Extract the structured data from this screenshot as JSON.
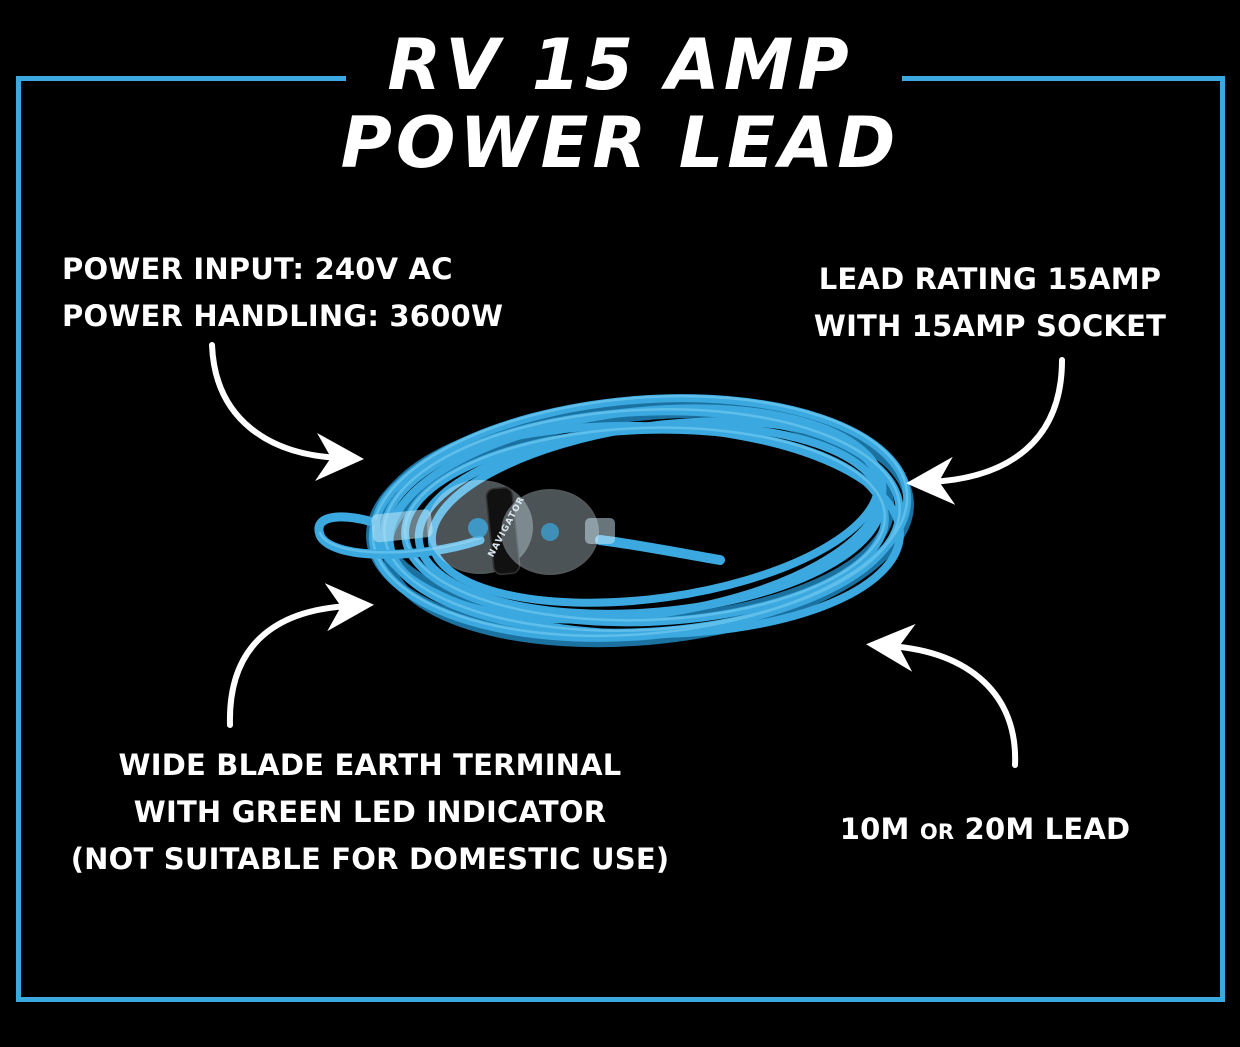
{
  "title": {
    "line1": "RV 15 AMP",
    "line2": "POWER LEAD"
  },
  "features": {
    "power": {
      "line1": "POWER INPUT: 240V AC",
      "line2": "POWER HANDLING: 3600W"
    },
    "rating": {
      "line1": "LEAD RATING 15AMP",
      "line2": "WITH 15AMP SOCKET"
    },
    "earth": {
      "line1": "WIDE BLADE EARTH TERMINAL",
      "line2": "WITH GREEN LED INDICATOR",
      "line3": "(NOT SUITABLE FOR DOMESTIC USE)"
    },
    "length": {
      "part1": "10M ",
      "part2": "OR",
      "part3": " 20M LEAD"
    }
  },
  "product": {
    "brand_band_text": "NAVIGATOR",
    "cable_color": "#3ba9e0"
  },
  "colors": {
    "background": "#000000",
    "frame": "#3ba9e0",
    "text": "#ffffff"
  }
}
